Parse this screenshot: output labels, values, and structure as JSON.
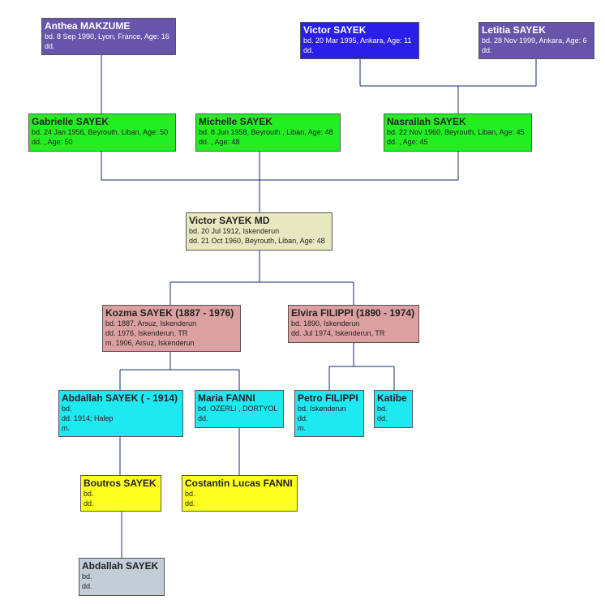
{
  "colors": {
    "purple": "#6655aa",
    "blue": "#2a1ee8",
    "green": "#22ee22",
    "beige": "#e8e8c0",
    "pink": "#dda0a0",
    "cyan": "#1ee8f0",
    "yellow": "#ffff22",
    "gray": "#c4ccd8",
    "line": "#1a2a6a"
  },
  "people": {
    "anthea": {
      "name": "Anthea MAKZUME",
      "lines": [
        "bd. 8 Sep 1990, Lyon, France, Age: 16",
        "dd."
      ]
    },
    "victor_jr": {
      "name": "Victor SAYEK",
      "lines": [
        "bd. 20 Mar 1995, Ankara, Age: 11",
        "dd."
      ]
    },
    "letitia": {
      "name": "Letitia SAYEK",
      "lines": [
        "bd. 28 Nov 1999, Ankara, Age: 6",
        "dd."
      ]
    },
    "gabrielle": {
      "name": "Gabrielle SAYEK",
      "lines": [
        "bd. 24 Jan 1956, Beyrouth, Liban, Age: 50",
        "dd. , Age: 50"
      ]
    },
    "michelle": {
      "name": "Michelle SAYEK",
      "lines": [
        "bd. 8 Jun 1958, Beyrouth , Liban, Age: 48",
        "dd. , Age: 48"
      ]
    },
    "nasrallah": {
      "name": "Nasrallah SAYEK",
      "lines": [
        "bd. 22 Nov 1960, Beyrouth, Liban, Age: 45",
        "dd. , Age: 45"
      ]
    },
    "victor_md": {
      "name": "Victor SAYEK MD",
      "lines": [
        "bd. 20 Jul 1912, Iskenderun",
        "dd. 21 Oct 1960, Beyrouth, Liban, Age: 48"
      ]
    },
    "kozma": {
      "name": "Kozma SAYEK (1887 - 1976)",
      "lines": [
        "bd. 1887, Arsuz, Iskenderun",
        "dd. 1976, Iskenderun, TR",
        "m. 1906, Arsuz, Iskenderun"
      ]
    },
    "elvira": {
      "name": "Elvira FILIPPI (1890 - 1974)",
      "lines": [
        "bd. 1890, Iskenderun",
        "dd. Jul 1974, Iskenderun, TR"
      ]
    },
    "abdallah1914": {
      "name": "Abdallah SAYEK ( - 1914)",
      "lines": [
        "bd.",
        "dd. 1914; Halep",
        "m."
      ]
    },
    "maria": {
      "name": "Maria FANNI",
      "lines": [
        "bd. OZERLI , DORTYOL",
        "dd."
      ]
    },
    "petro": {
      "name": "Petro FILIPPI",
      "lines": [
        "bd. Iskenderun",
        "dd.",
        "m."
      ]
    },
    "katibe": {
      "name": "Katibe",
      "lines": [
        "bd.",
        "dd."
      ]
    },
    "boutros": {
      "name": "Boutros SAYEK",
      "lines": [
        "bd.",
        "dd."
      ]
    },
    "costantin": {
      "name": "Costantin Lucas FANNI",
      "lines": [
        "bd.",
        "dd."
      ]
    },
    "abdallah": {
      "name": "Abdallah SAYEK",
      "lines": [
        "bd.",
        "dd."
      ]
    }
  }
}
